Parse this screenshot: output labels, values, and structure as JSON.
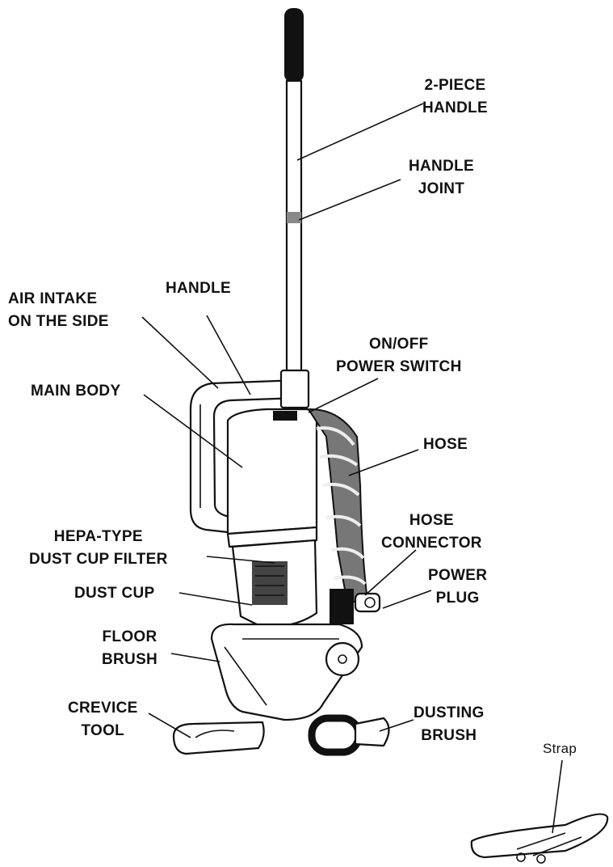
{
  "labels": {
    "two_piece_handle": "2-PIECE\nHANDLE",
    "handle_joint": "HANDLE\nJOINT",
    "handle": "HANDLE",
    "air_intake": "AIR INTAKE\nON THE SIDE",
    "power_switch": "ON/OFF\nPOWER SWITCH",
    "main_body": "MAIN BODY",
    "hose": "HOSE",
    "hose_connector": "HOSE\nCONNECTOR",
    "dust_cup_filter": "HEPA-TYPE\nDUST CUP FILTER",
    "power_plug": "POWER\nPLUG",
    "dust_cup": "DUST CUP",
    "floor_brush": "FLOOR\nBRUSH",
    "crevice_tool": "CREVICE\nTOOL",
    "dusting_brush": "DUSTING\nBRUSH",
    "strap": "Strap"
  },
  "colors": {
    "ink": "#111111",
    "paper": "#ffffff"
  }
}
